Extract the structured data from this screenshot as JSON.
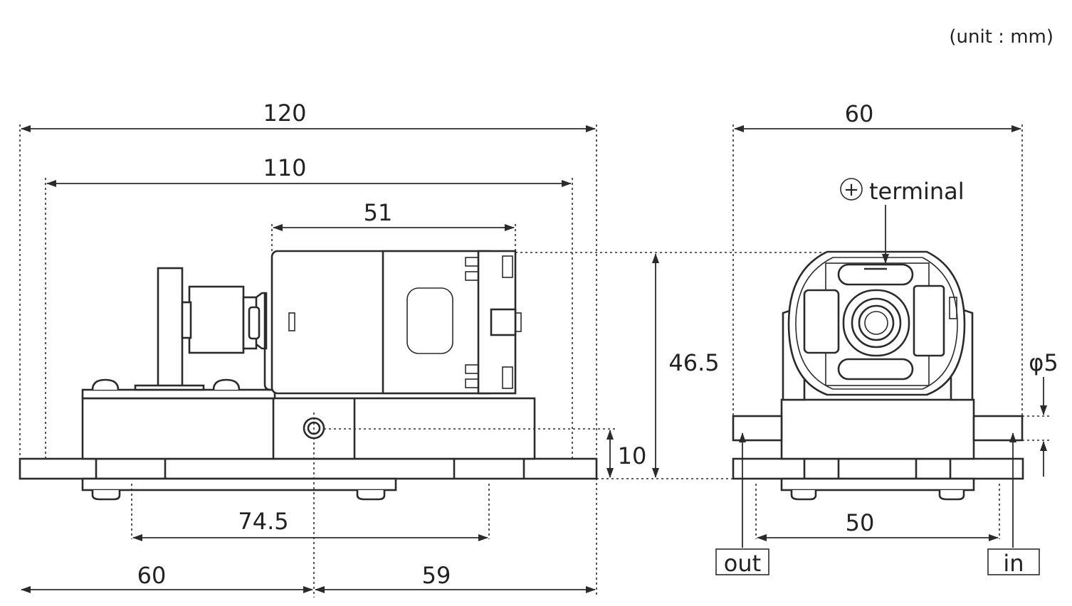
{
  "unit_note": "(unit : mm)",
  "front_view": {
    "dim_overall_width": "120",
    "dim_base_width": "110",
    "dim_head_length": "51",
    "dim_height": "46.5",
    "dim_port_height": "10",
    "dim_foot_spacing": "74.5",
    "dim_left_to_port": "60",
    "dim_port_to_right": "59"
  },
  "side_view": {
    "dim_width": "60",
    "dim_foot_spacing": "50",
    "dim_port_diameter": "φ5",
    "terminal_symbol": "+",
    "terminal_label": "terminal",
    "port_out_label": "out",
    "port_in_label": "in"
  }
}
